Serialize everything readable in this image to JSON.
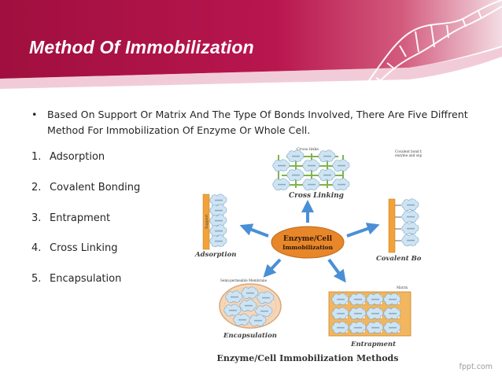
{
  "slide": {
    "title": "Method Of  Immobilization",
    "bullet": {
      "marker": "•",
      "text": "Based On Support Or Matrix And The Type Of Bonds Involved, There Are Five Diffrent Method For Immobilization Of Enzyme Or Whole Cell."
    },
    "methods": [
      {
        "number": "1.",
        "label": "Adsorption"
      },
      {
        "number": "2.",
        "label": "Covalent Bonding"
      },
      {
        "number": "3.",
        "label": "Entrapment"
      },
      {
        "number": "4.",
        "label": "Cross Linking"
      },
      {
        "number": "5.",
        "label": "Encapsulation"
      }
    ],
    "footer": "fppt.com"
  },
  "diagram": {
    "center": {
      "line1": "Enzyme/Cell",
      "line2": "Immobilization"
    },
    "labels": {
      "adsorption": "Adsorption",
      "covalent": "Covalent Bonding",
      "cross_linking": "Cross Linking",
      "encapsulation": "Encapsulation",
      "entrapment": "Entrapment"
    },
    "small_labels": {
      "cross_links": "Cross links",
      "covalent_bond": "Covalent bond between enzyme and support",
      "membrane": "Semi-permeable Membrane",
      "matrix": "Matrix",
      "support": "Support",
      "enzyme": "Enzyme"
    },
    "caption": "Enzyme/Cell Immobilization Methods"
  },
  "colors": {
    "banner": "#b0134a",
    "center_fill": "#e8862a",
    "arrow": "#4a8fd6",
    "enzyme": "#cfe4f2",
    "support": "#f3a23a",
    "capsule": "#f6d6b8",
    "matrix": "#f2b65e",
    "label": "#404040"
  }
}
